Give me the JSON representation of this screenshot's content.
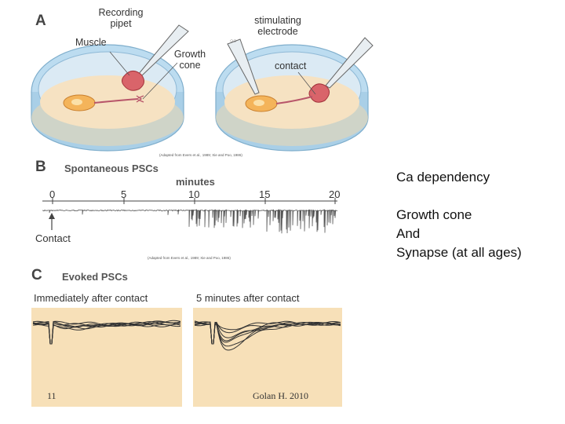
{
  "figure": {
    "panel_a": {
      "letter": "A",
      "labels": {
        "recording_pipet_1": "Recording",
        "recording_pipet_2": "pipet",
        "muscle": "Muscle",
        "growth_cone_1": "Growth",
        "growth_cone_2": "cone",
        "stimulating_electrode_1": "stimulating",
        "stimulating_electrode_2": "electrode",
        "contact": "contact"
      },
      "credit": "(Adapted from Evers et al., 1989; Xie and Poo, 1986)"
    },
    "panel_b": {
      "letter": "B",
      "title": "Spontaneous PSCs",
      "axis_title": "minutes",
      "ticks": [
        "0",
        "5",
        "10",
        "15",
        "20"
      ],
      "contact_label": "Contact",
      "credit": "(Adapted from Evers et al., 1989; Xie and Poo, 1986)"
    },
    "panel_c": {
      "letter": "C",
      "title": "Evoked PSCs",
      "left_caption": "Immediately after contact",
      "right_caption": "5 minutes after contact"
    }
  },
  "side_notes": {
    "line1": "Ca dependency",
    "line2": "Growth cone",
    "line3": "And",
    "line4": "Synapse (at all ages)"
  },
  "footer": {
    "page_number": "11",
    "author": "Golan H. 2010"
  },
  "colors": {
    "dish_blue": "#9fc9e4",
    "medium": "#f6e2c2",
    "neuron": "#f4b45a",
    "muscle": "#d9646a",
    "trace_bg": "#f7e0b8"
  }
}
